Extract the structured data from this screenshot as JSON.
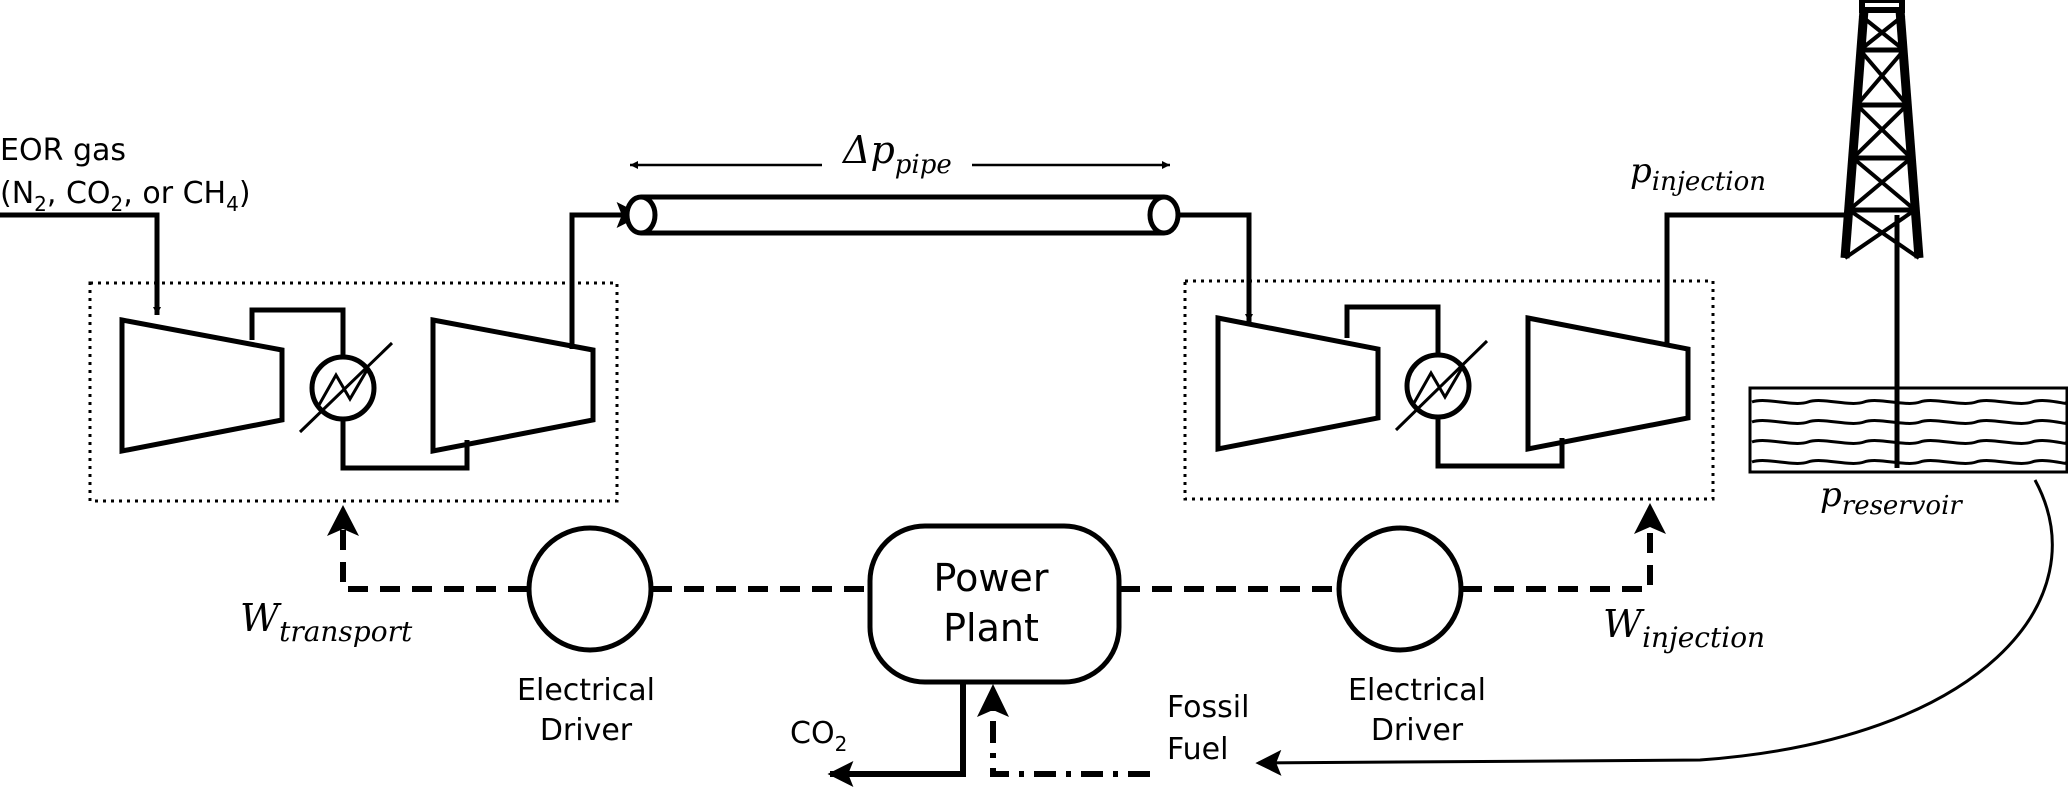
{
  "inlet": {
    "line1": "EOR gas",
    "line2_open": "(N",
    "line2_sub1": "2",
    "line2_mid1": ", CO",
    "line2_sub2": "2",
    "line2_mid2": ", or CH",
    "line2_sub3": "4",
    "line2_close": ")"
  },
  "pipe": {
    "delta_symbol": "Δp",
    "delta_sub": "pipe"
  },
  "injection": {
    "symbol": "p",
    "sub": "injection"
  },
  "reservoir": {
    "symbol": "p",
    "sub": "reservoir"
  },
  "work_transport": {
    "symbol": "W",
    "sub": "transport"
  },
  "work_injection": {
    "symbol": "W",
    "sub": "injection"
  },
  "power_plant": {
    "line1": "Power",
    "line2": "Plant"
  },
  "driver_left": {
    "line1": "Electrical",
    "line2": "Driver"
  },
  "driver_right": {
    "line1": "Electrical",
    "line2": "Driver"
  },
  "co2_out": {
    "label": "CO",
    "sub": "2"
  },
  "fossil_fuel": {
    "line1": "Fossil",
    "line2": "Fuel"
  }
}
